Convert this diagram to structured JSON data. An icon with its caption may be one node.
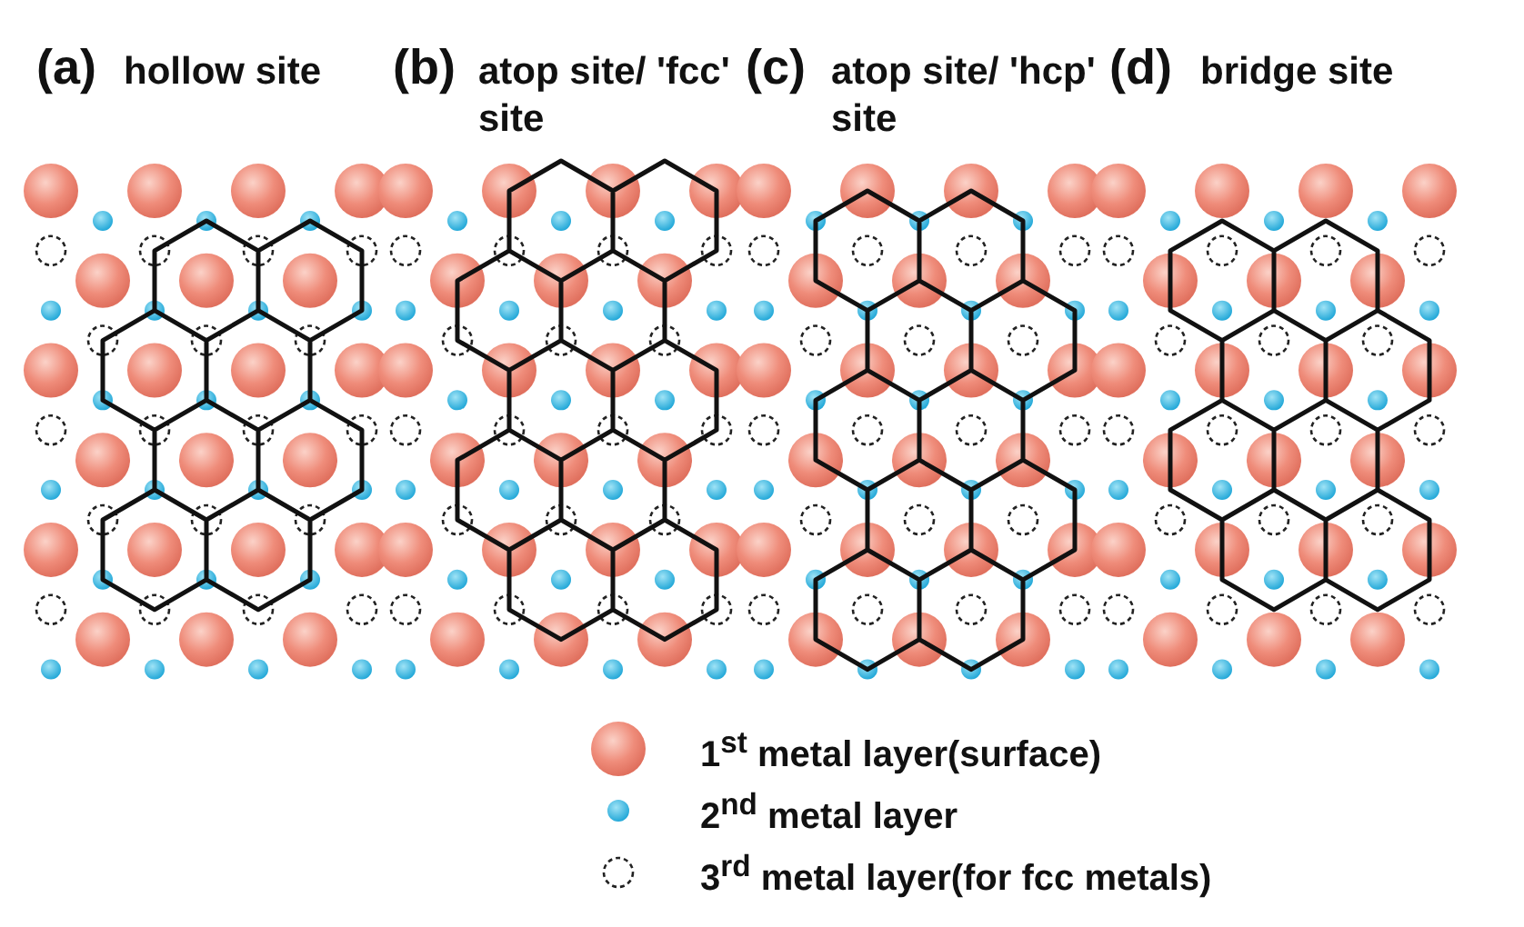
{
  "diagram": {
    "labels": [
      "(a)",
      "hollow site",
      "(b)",
      "atop site/ 'fcc' site",
      "(c)",
      "atop site/ 'hcp' site",
      "(d)",
      "bridge site"
    ],
    "legend": [
      {
        "text": "1$^{st}$ metal layer(surface)"
      },
      {
        "text": "2$^{nd}$  metal layer"
      },
      {
        "text": "3$^{rd}$ metal layer(for fcc metals)"
      }
    ]
  }
}
